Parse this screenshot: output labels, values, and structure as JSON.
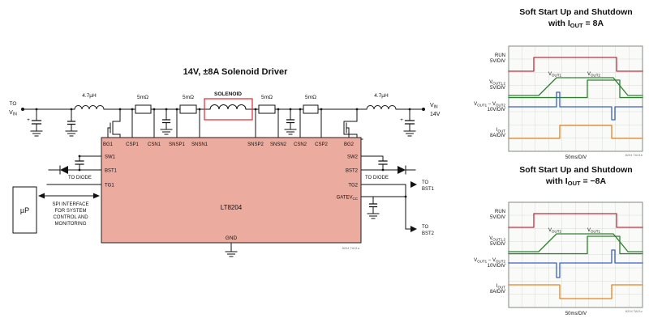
{
  "schematic": {
    "title": "14V, ±8A Solenoid Driver",
    "ic_name": "LT8204",
    "ic_fill": "#ecab9f",
    "pins_top": [
      "BG1",
      "CSP1",
      "CSN1",
      "SNSP1",
      "SNSN1",
      "SNSP2",
      "SNSN2",
      "CSN2",
      "CSP2",
      "BG2"
    ],
    "pins_left": [
      "SW1",
      "BST1",
      "TG1"
    ],
    "pins_right": [
      "SW2",
      "BST2",
      "TG2"
    ],
    "pin_gatevcc_main": "GATEV",
    "pin_gatevcc_sub": "CC",
    "pin_gnd": "GND",
    "left_terminal": {
      "line1": "TO",
      "v": "V",
      "v_sub": "IN"
    },
    "right_terminal": {
      "v": "V",
      "v_sub": "IN",
      "value": "14V"
    },
    "inductor_left": "4.7µH",
    "inductor_right": "4.7µH",
    "res1": "5mΩ",
    "res2": "5mΩ",
    "res3": "5mΩ",
    "res4": "5mΩ",
    "solenoid_label": "SOLENOID",
    "solenoid_color": "#e5232d",
    "cap_plus": "+",
    "to_diode_left": "TO DIODE",
    "to_diode_right": "TO DIODE",
    "micro_label": "µP",
    "spi_lines": [
      "SPI INTERFACE",
      "FOR SYSTEM",
      "CONTROL AND",
      "MONITORING"
    ],
    "to_bst1_line1": "TO",
    "to_bst1_line2": "BST1",
    "to_bst2_line1": "TO",
    "to_bst2_line2": "BST2",
    "note": "8204 TA01a"
  },
  "scopes": [
    {
      "title_line1": "Soft Start Up and Shutdown",
      "title2_pre": "with I",
      "title2_sub": "OUT",
      "title2_post": " = 8A",
      "ch": [
        {
          "l1": "RUN",
          "l2": "5V/DIV"
        },
        {
          "l1_main": "V",
          "l1_sub": "OUT1,2",
          "l2": "5V/DIV"
        },
        {
          "l1_m1": "V",
          "l1_s1": "OUT1",
          "l1_m2": " − V",
          "l1_s2": "OUT2",
          "l2": "10V/DIV"
        },
        {
          "l1_main": "I",
          "l1_sub": "OUT",
          "l2": "8A/DIV"
        }
      ],
      "time_label": "50ms/DIV",
      "inner_a_main": "V",
      "inner_a_sub": "OUT1",
      "inner_b_main": "V",
      "inner_b_sub": "OUT2",
      "note": "8204 TA01b"
    },
    {
      "title_line1": "Soft Start Up and Shutdown",
      "title2_pre": "with I",
      "title2_sub": "OUT",
      "title2_post": " = −8A",
      "ch": [
        {
          "l1": "RUN",
          "l2": "5V/DIV"
        },
        {
          "l1_main": "V",
          "l1_sub": "OUT1,2",
          "l2": "5V/DIV"
        },
        {
          "l1_m1": "V",
          "l1_s1": "OUT1",
          "l1_m2": " − V",
          "l1_s2": "OUT2",
          "l2": "10V/DIV"
        },
        {
          "l1_main": "I",
          "l1_sub": "OUT",
          "l2": "8A/DIV"
        }
      ],
      "time_label": "50ms/DIV",
      "inner_a_main": "V",
      "inner_a_sub": "OUT2",
      "inner_b_main": "V",
      "inner_b_sub": "OUT1",
      "note": "8204 TA01c"
    }
  ],
  "colors": {
    "run": "#b23346",
    "vout": "#2f8030",
    "diff": "#3a5fc8",
    "iout": "#e6821e",
    "grid": "#c8cfc8",
    "scope_bg": "#fafbf8"
  }
}
